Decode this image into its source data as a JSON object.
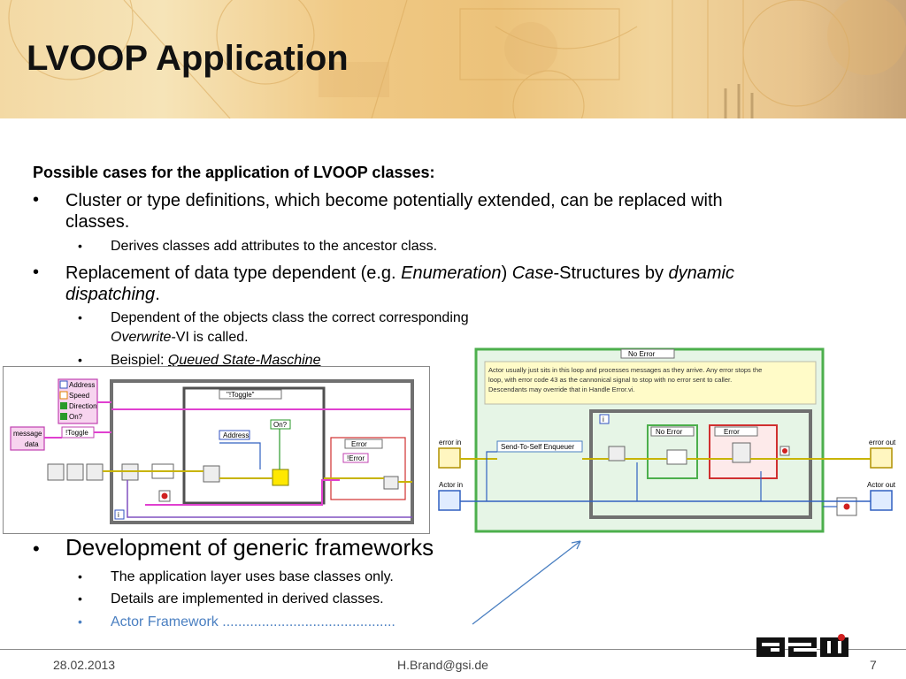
{
  "slide": {
    "title": "LVOOP Application",
    "heading": "Possible cases for the application of LVOOP classes:",
    "bullet_1": {
      "line_1": "Cluster or type definitions, which become potentially extended, can be replaced with",
      "line_2": "classes.",
      "sub_1": "Derives classes add attributes to the ancestor class."
    },
    "bullet_2": {
      "text_a": "Replacement of data type dependent (e.g. ",
      "text_b": "Enumeration",
      "text_c": ") ",
      "text_d": "Case",
      "text_e": "-Structures by ",
      "text_f": "dynamic",
      "line_2_a": "dispatching",
      "line_2_b": ".",
      "sub_1_line_1": "Dependent of the objects class the correct corresponding",
      "sub_1_line_2_a": "Overwrite",
      "sub_1_line_2_b": "-VI is called.",
      "sub_2_a": "Beispiel: ",
      "sub_2_b": "Queued State-Maschine"
    },
    "bullet_3": {
      "text": "Development of generic frameworks",
      "sub_1": "The application layer uses base classes only.",
      "sub_2": "Details are implemented in derived classes.",
      "sub_3": "Actor Framework ............................................"
    },
    "bullet_char": "•"
  },
  "left_diagram": {
    "cluster_items": [
      "Address",
      "Speed",
      "Direction",
      "On?"
    ],
    "message_label": "message",
    "data_label": "data",
    "toggle_const": "!Toggle",
    "case_selector": "\"!Toggle\"",
    "address_label": "Address",
    "on_label": "On?",
    "error_case": "Error",
    "error_const": "!Error",
    "info_icon": "i"
  },
  "right_diagram": {
    "case_selector": "No Error",
    "comment": [
      "Actor usually just sits in this loop and processes messages as they arrive. Any error stops the",
      "loop, with error code 43 as the cannonical signal to stop with no error sent to caller.",
      "Descendants  may override that in Handle Error.vi."
    ],
    "error_in": "error in",
    "actor_in": "Actor in",
    "error_out": "error out",
    "actor_out": "Actor out",
    "enqueuer": "Send-To-Self Enqueuer",
    "inner_case_1": "No Error",
    "inner_case_2": "Error",
    "info_icon": "i"
  },
  "footer": {
    "date": "28.02.2013",
    "email": "H.Brand@gsi.de",
    "page": "7",
    "logo_text": "GSI"
  },
  "colors": {
    "title": "#111111",
    "link_blue": "#4a7fc1",
    "wire_pink": "#e040d0",
    "wire_yellow": "#c8b400",
    "wire_blue": "#3060c0",
    "loop_green": "#7acc7a",
    "case_gray": "#707070"
  }
}
